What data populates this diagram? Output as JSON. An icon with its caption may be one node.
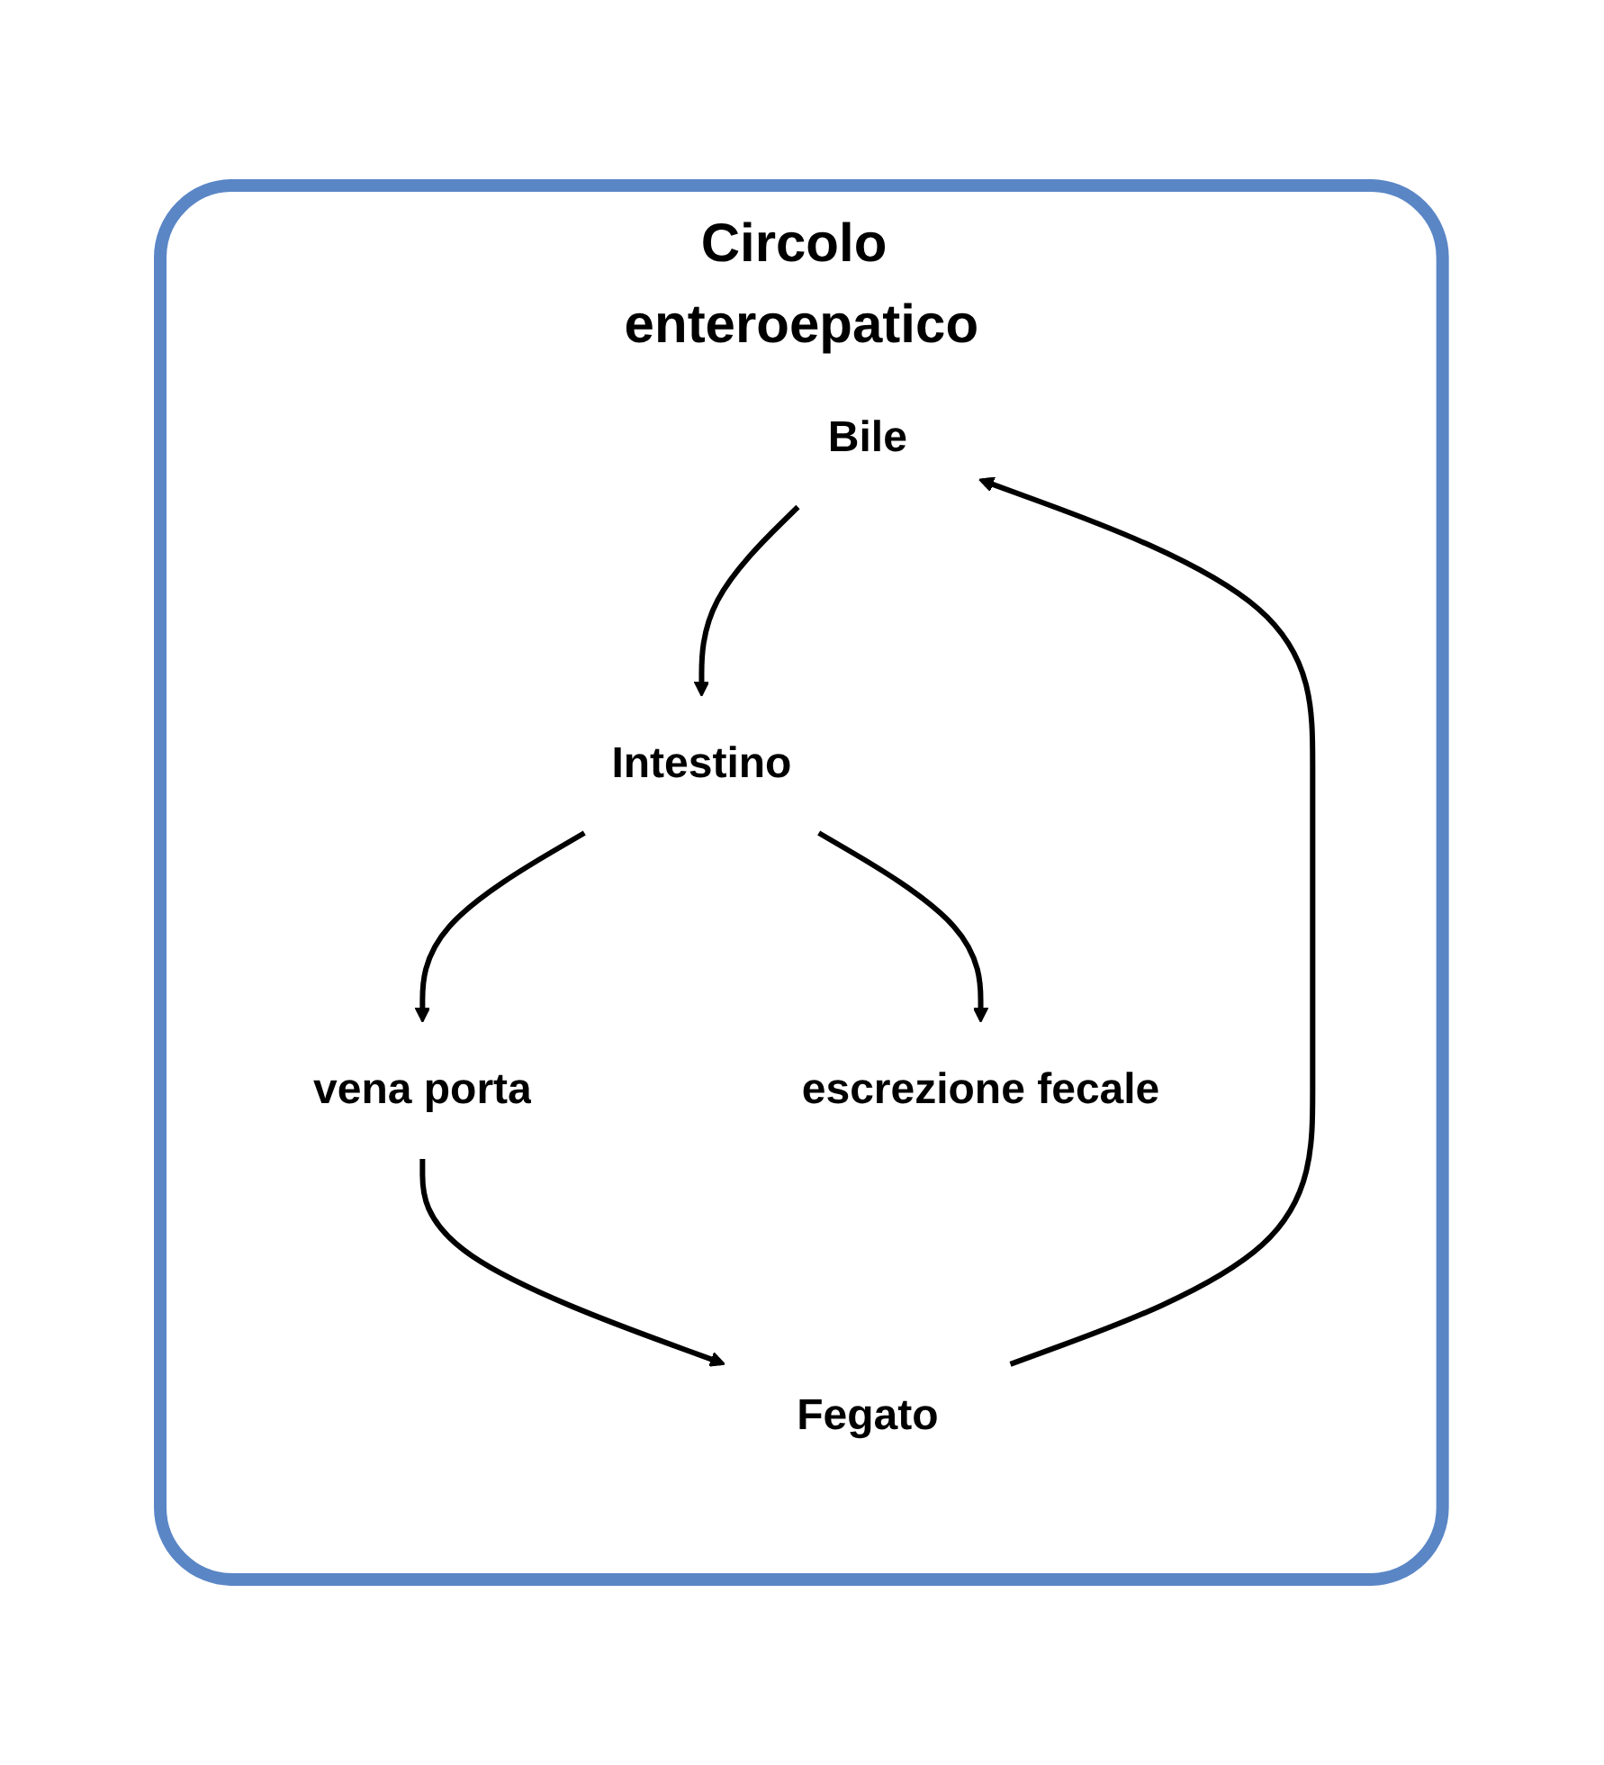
{
  "diagram": {
    "nodes": [
      {
        "text": [
          "Circolo enteroepatico"
        ]
      },
      {
        "text": [
          "Bile"
        ],
        "in": 0
      },
      {
        "text": [
          "Intestino"
        ],
        "in": 0
      },
      {
        "text": [
          "Fegato"
        ],
        "in": 0
      },
      {
        "text": [
          "vena porta"
        ],
        "in": 0
      },
      {
        "text": [
          "escrezione fecale"
        ],
        "in": 0
      }
    ],
    "edges": [
      {
        "from": 1,
        "to": 2,
        "arrow": "to"
      },
      {
        "from": 2,
        "to": 4,
        "arrow": "to"
      },
      {
        "from": 4,
        "to": 3,
        "arrow": "to"
      },
      {
        "from": 3,
        "to": 1,
        "arrow": "to"
      },
      {
        "from": 2,
        "to": 5,
        "arrow": "to"
      }
    ]
  }
}
